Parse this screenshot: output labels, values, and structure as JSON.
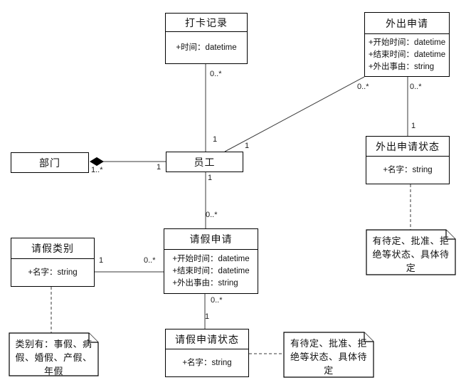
{
  "colors": {
    "background": "#ffffff",
    "stroke": "#000000"
  },
  "classes": {
    "clock_record": {
      "title": "打卡记录",
      "attributes": [
        "+时间：datetime"
      ]
    },
    "out_request": {
      "title": "外出申请",
      "attributes": [
        "+开始时间：datetime",
        "+结束时间：datetime",
        "+外出事由：string"
      ]
    },
    "department": {
      "title": "部门",
      "attributes": []
    },
    "employee": {
      "title": "员工",
      "attributes": []
    },
    "out_request_status": {
      "title": "外出申请状态",
      "attributes": [
        "+名字：string"
      ]
    },
    "leave_category": {
      "title": "请假类别",
      "attributes": [
        "+名字：string"
      ]
    },
    "leave_request": {
      "title": "请假申请",
      "attributes": [
        "+开始时间：datetime",
        "+结束时间：datetime",
        "+外出事由：string"
      ]
    },
    "leave_request_status": {
      "title": "请假申请状态",
      "attributes": [
        "+名字：string"
      ]
    }
  },
  "notes": {
    "out_status_note": "有待定、批准、拒绝等状态、具体待定",
    "leave_category_note": "类别有：事假、病假、婚假、产假、年假",
    "leave_status_note": "有待定、批准、拒绝等状态、具体待定"
  },
  "multiplicities": {
    "clock_record_end": "0..*",
    "clock_employee_end": "1",
    "out_request_end_diag": "0..*",
    "out_employee_end_diag": "1",
    "out_status_out_end": "0..*",
    "out_status_status_end": "1",
    "dept_dept_end": "1..*",
    "dept_employee_end": "1",
    "leave_employee_end": "1",
    "leave_request_end": "0..*",
    "cat_cat_end": "1",
    "cat_leave_end": "0..*",
    "leavestatus_leave_end": "0..*",
    "leavestatus_status_end": "1"
  }
}
